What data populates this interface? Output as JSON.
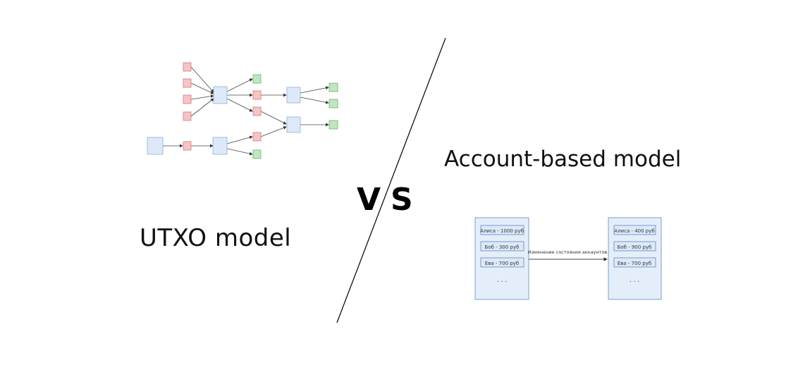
{
  "utxo_title": "UTXO model",
  "account_title": "Account-based model",
  "vs_label": "VS",
  "colors": {
    "line": "#000000",
    "tx_fill": "#dde9f8",
    "tx_stroke": "#8fb0d6",
    "spent_fill": "#f6c4c4",
    "spent_stroke": "#d47a7a",
    "unspent_fill": "#bfe6bf",
    "unspent_stroke": "#6fb46f",
    "panel_fill": "#e4eefb",
    "panel_stroke": "#7aa0cc"
  },
  "account_diagram": {
    "before": {
      "rows": [
        "Алиса - 1000 руб",
        "Боб - 300 руб",
        "Ева - 700 руб"
      ],
      "ellipsis": ". . ."
    },
    "after": {
      "rows": [
        "Алиса - 400 руб",
        "Боб - 900 руб",
        "Ева - 700 руб"
      ],
      "ellipsis": ". . ."
    },
    "transition_label": "Изменение состояния аккаунтов"
  }
}
